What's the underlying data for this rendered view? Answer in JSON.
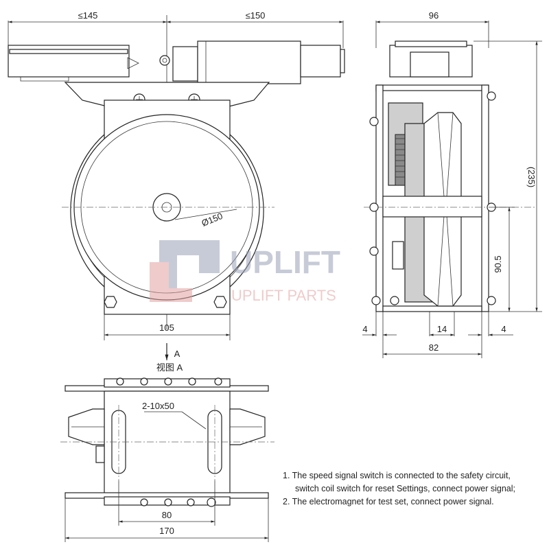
{
  "dimensions": {
    "front_left_max": "≤145",
    "front_right_max": "≤150",
    "sheave_diameter": "Ø150",
    "front_width": "105",
    "side_width": "96",
    "side_height": "(235)",
    "side_axle_height": "90.5",
    "side_left_gap": "4",
    "side_center": "14",
    "side_right_gap": "4",
    "side_bottom_width": "82",
    "bottom_slot": "2-10x50",
    "bottom_inner": "80",
    "bottom_overall": "170"
  },
  "view_labels": {
    "arrow_letter": "A",
    "view_a": "视图 A"
  },
  "watermark": {
    "brand": "UPLIFT",
    "subtitle": "UPLIFT PARTS"
  },
  "notes": [
    "1. The speed signal switch is connected to the safety circuit,",
    "   switch coil switch for reset Settings, connect power signal;",
    "2. The electromagnet for test set, connect power signal."
  ]
}
